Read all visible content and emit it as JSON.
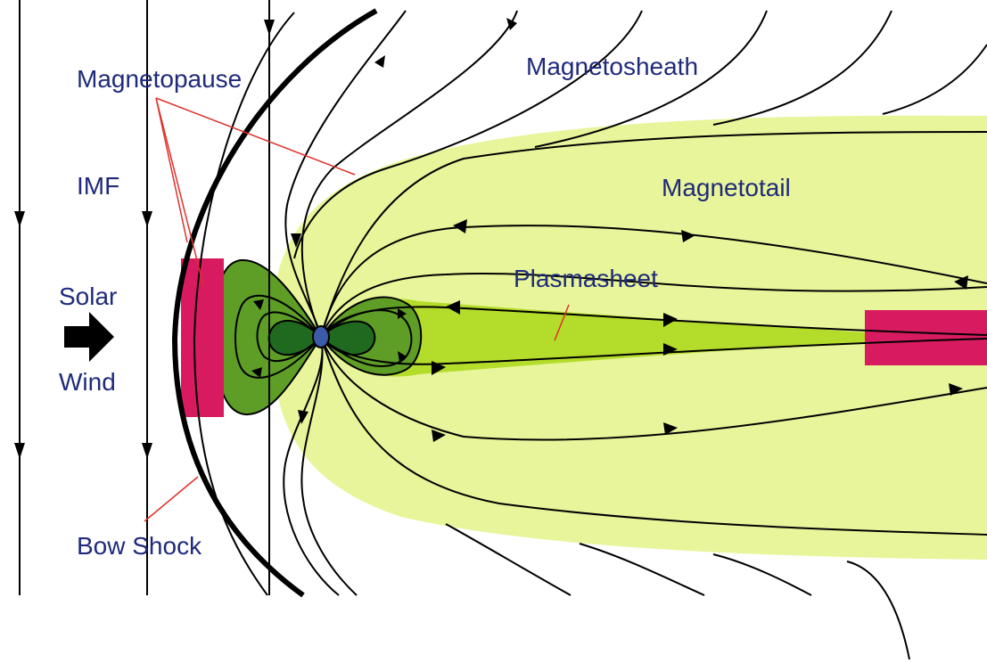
{
  "diagram": {
    "labels": {
      "magnetosheath": "Magnetosheath",
      "magnetopause": "Magnetopause",
      "imf": "IMF",
      "magnetotail": "Magnetotail",
      "plasmasheet": "Plasmasheet",
      "solar": "Solar",
      "wind": "Wind",
      "bow_shock": "Bow Shock"
    },
    "colors": {
      "magnetotail_fill": "#e8f59a",
      "plasmasheet_fill": "#b4dc2a",
      "inner_lobe_fill": "#5e9e26",
      "core_lobe_fill": "#1f6a1f",
      "earth_fill": "#3b5aa8",
      "reconnection_box": "#d81b60",
      "text": "#1f2a7a",
      "leader_line": "#e0312b",
      "field_line": "#000000"
    }
  }
}
